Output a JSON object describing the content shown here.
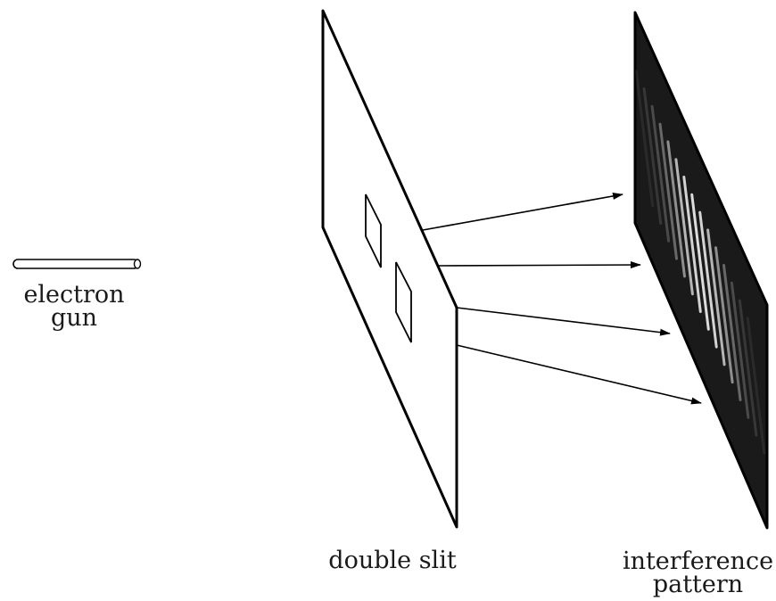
{
  "labels": {
    "gun_line1": "electron",
    "gun_line2": "gun",
    "slit": "double slit",
    "pattern_line1": "interference",
    "pattern_line2": "pattern"
  },
  "colors": {
    "line": "#000000",
    "screen_fill": "#1a1a1a",
    "fringe": "#ffffff",
    "paper": "#ffffff"
  },
  "pattern": {
    "fringe_intensities": [
      0.08,
      0.15,
      0.25,
      0.4,
      0.6,
      0.8,
      0.95,
      1.0,
      0.95,
      0.8,
      0.6,
      0.4,
      0.25,
      0.15,
      0.08
    ]
  }
}
